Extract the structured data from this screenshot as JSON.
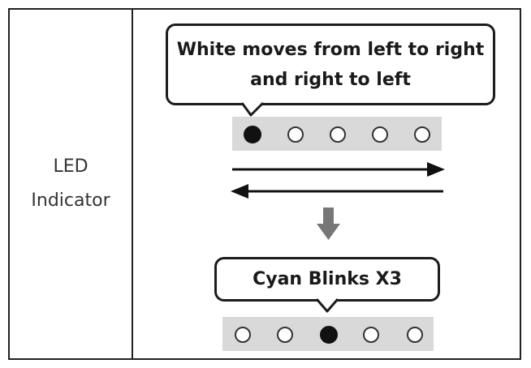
{
  "row_label": {
    "line1": "LED",
    "line2": "Indicator"
  },
  "step1": {
    "caption_line1": "White moves from left to right",
    "caption_line2": "and right to left",
    "leds": [
      true,
      false,
      false,
      false,
      false
    ]
  },
  "step2": {
    "caption": "Cyan Blinks X3",
    "leds": [
      false,
      false,
      true,
      false,
      false
    ]
  },
  "colors": {
    "strip_background": "#d9d9d9",
    "led_on": "#111111",
    "led_off": "#ffffff",
    "outline": "#1c1c1c",
    "down_arrow": "#777777"
  }
}
